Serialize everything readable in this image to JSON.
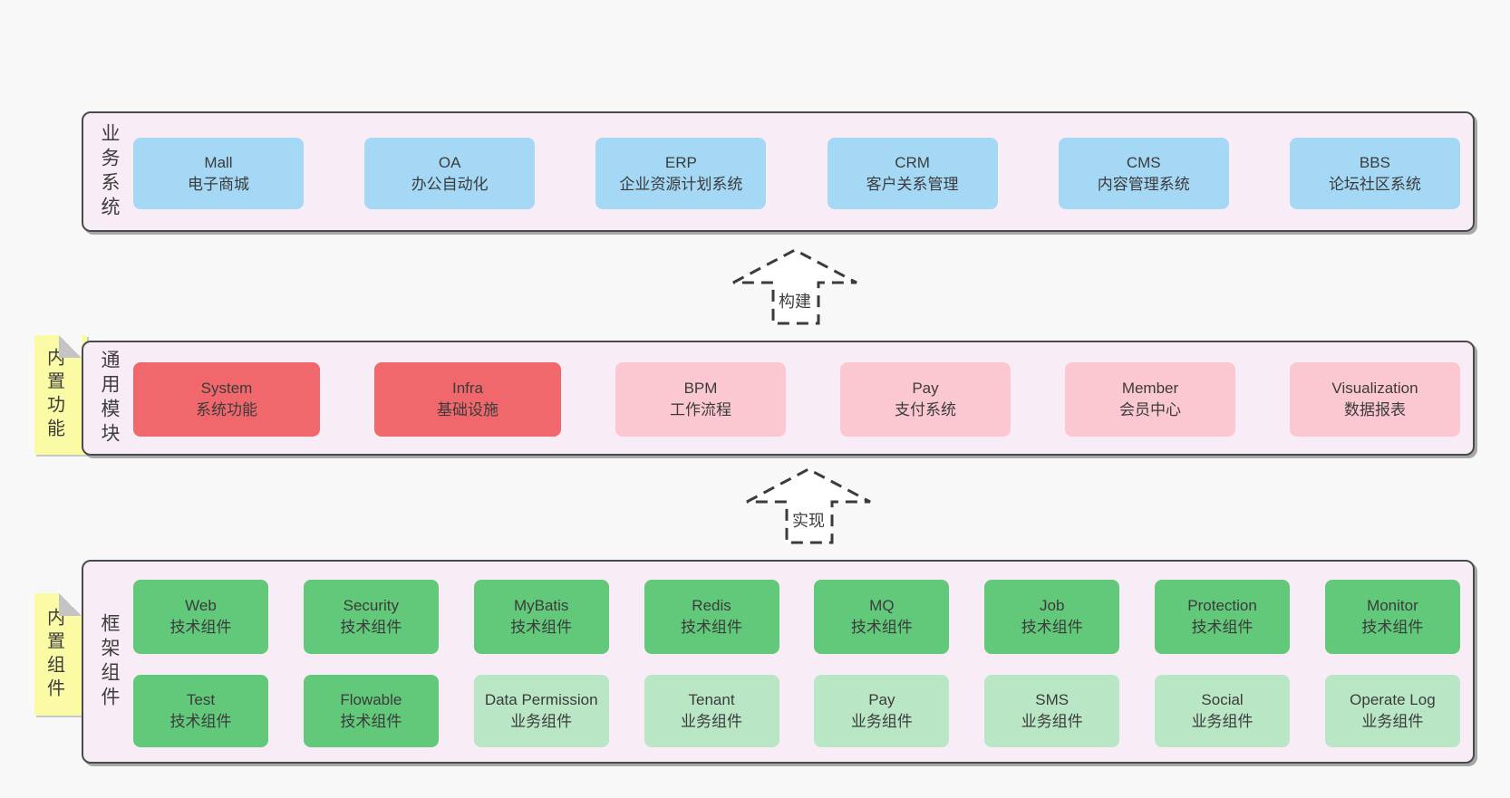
{
  "colors": {
    "page_background": "#f8f8f8",
    "container_fill": "#f8edf6",
    "container_border": "#4a4a4a",
    "business_box": "#a5d8f5",
    "core_module_box": "#f0686c",
    "optional_module_box": "#fbc8d2",
    "tech_component_box": "#62c87a",
    "biz_component_box": "#b9e6c5",
    "sticky_tab": "#fbfba5",
    "fold": "#c4c4c4",
    "text": "#3b3b3b"
  },
  "arrows": [
    {
      "label": "构建"
    },
    {
      "label": "实现"
    }
  ],
  "sections": {
    "business": {
      "label": "业务系统",
      "boxes": [
        {
          "title": "Mall",
          "subtitle": "电子商城"
        },
        {
          "title": "OA",
          "subtitle": "办公自动化"
        },
        {
          "title": "ERP",
          "subtitle": "企业资源计划系统"
        },
        {
          "title": "CRM",
          "subtitle": "客户关系管理"
        },
        {
          "title": "CMS",
          "subtitle": "内容管理系统"
        },
        {
          "title": "BBS",
          "subtitle": "论坛社区系统"
        }
      ]
    },
    "modules": {
      "label": "通用模块",
      "tab": "内置功能",
      "boxes": [
        {
          "title": "System",
          "subtitle": "系统功能"
        },
        {
          "title": "Infra",
          "subtitle": "基础设施"
        },
        {
          "title": "BPM",
          "subtitle": "工作流程"
        },
        {
          "title": "Pay",
          "subtitle": "支付系统"
        },
        {
          "title": "Member",
          "subtitle": "会员中心"
        },
        {
          "title": "Visualization",
          "subtitle": "数据报表"
        }
      ]
    },
    "components": {
      "label": "框架组件",
      "tab": "内置组件",
      "row1": [
        {
          "title": "Web",
          "subtitle": "技术组件"
        },
        {
          "title": "Security",
          "subtitle": "技术组件"
        },
        {
          "title": "MyBatis",
          "subtitle": "技术组件"
        },
        {
          "title": "Redis",
          "subtitle": "技术组件"
        },
        {
          "title": "MQ",
          "subtitle": "技术组件"
        },
        {
          "title": "Job",
          "subtitle": "技术组件"
        },
        {
          "title": "Protection",
          "subtitle": "技术组件"
        },
        {
          "title": "Monitor",
          "subtitle": "技术组件"
        }
      ],
      "row2": [
        {
          "title": "Test",
          "subtitle": "技术组件"
        },
        {
          "title": "Flowable",
          "subtitle": "技术组件"
        },
        {
          "title": "Data Permission",
          "subtitle": "业务组件"
        },
        {
          "title": "Tenant",
          "subtitle": "业务组件"
        },
        {
          "title": "Pay",
          "subtitle": "业务组件"
        },
        {
          "title": "SMS",
          "subtitle": "业务组件"
        },
        {
          "title": "Social",
          "subtitle": "业务组件"
        },
        {
          "title": "Operate Log",
          "subtitle": "业务组件"
        }
      ]
    }
  }
}
